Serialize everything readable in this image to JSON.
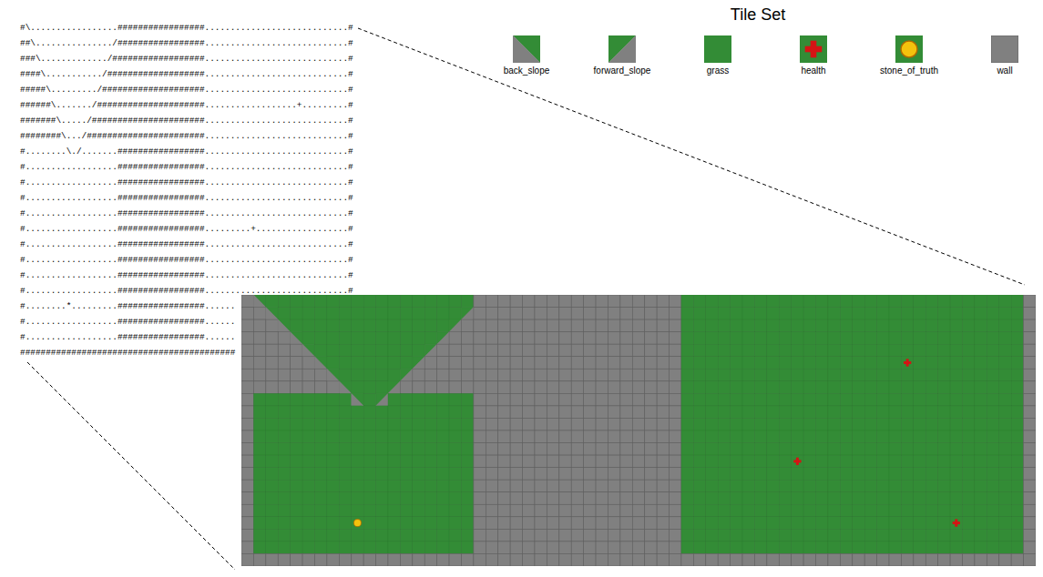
{
  "diagram": {
    "title": "Tile Set",
    "labels": [
      "#\\.................#################............................#",
      "##\\.............../#################............................#",
      "###\\............./##################............................#",
      "####\\.........../###################............................#",
      "#####\\........./####################............................#",
      "######\\......./#####################..................+.........#",
      "#######\\...../######################............................#",
      "########\\.../#######################............................#",
      "#........\\./.......#################............................#",
      "#..................#################............................#",
      "#..................#################............................#",
      "#..................#################............................#",
      "#..................#################............................#",
      "#..................#################.........+..................#",
      "#..................#################............................#",
      "#..................#################............................#",
      "#..................#################............................#",
      "#..................#################............................#",
      "#........*.........#################......",
      "#..................#################......",
      "#..................#################......",
      "##########################################"
    ],
    "legend": [
      {
        "text": "back_slope"
      },
      {
        "text": "forward_slope"
      },
      {
        "text": "grass"
      },
      {
        "text": "health"
      },
      {
        "text": "stone_of_truth"
      },
      {
        "text": "wall"
      }
    ]
  }
}
